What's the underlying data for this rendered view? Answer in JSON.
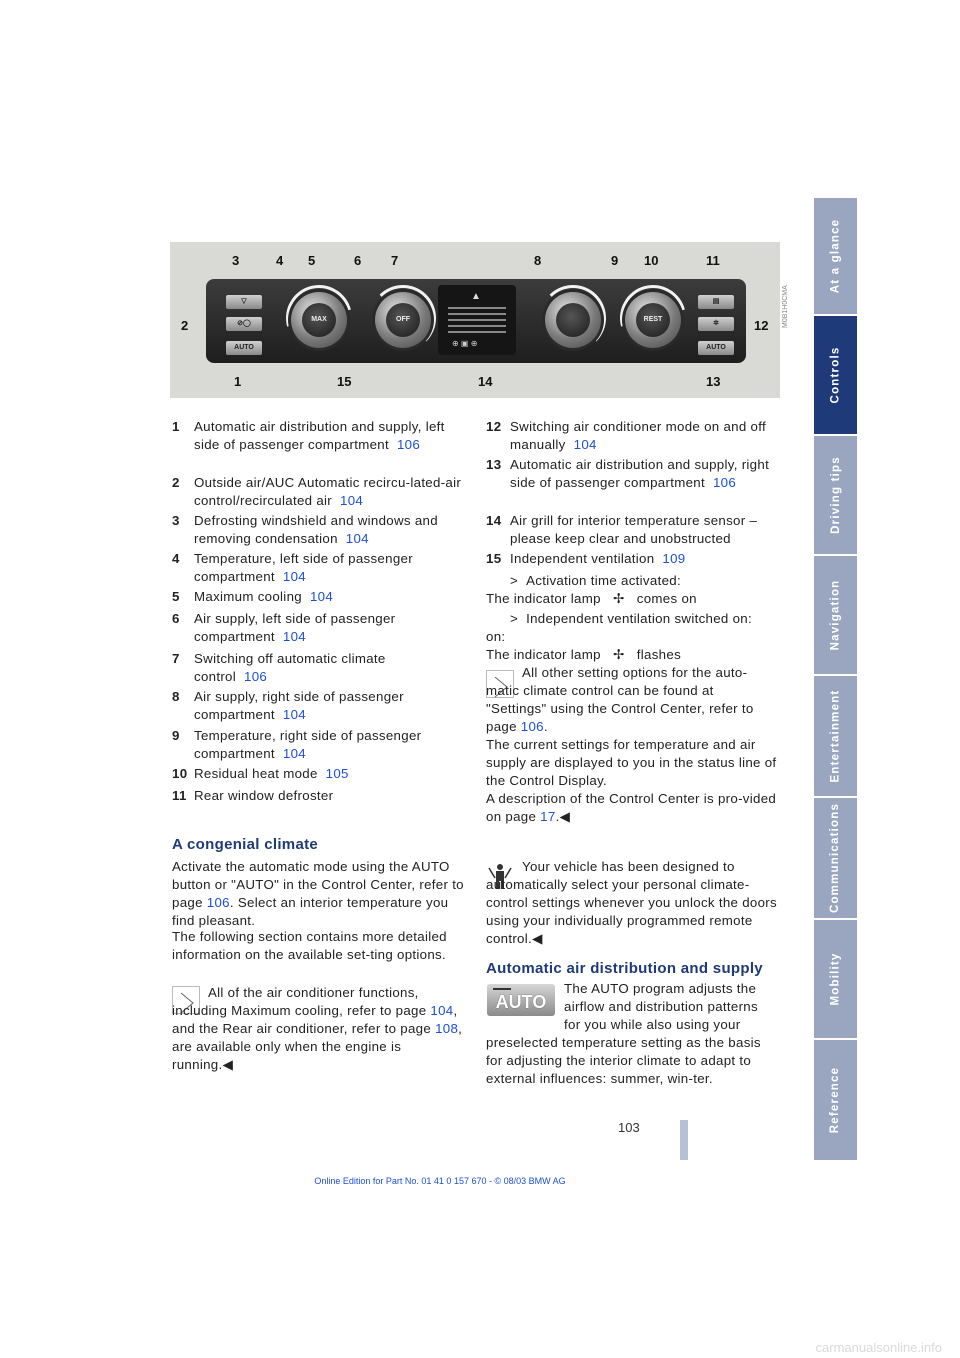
{
  "sidebar": {
    "tabs": [
      {
        "label": "At a glance",
        "active": false
      },
      {
        "label": "Controls",
        "active": true
      },
      {
        "label": "Driving tips",
        "active": false
      },
      {
        "label": "Navigation",
        "active": false
      },
      {
        "label": "Entertainment",
        "active": false
      },
      {
        "label": "Communications",
        "active": false
      },
      {
        "label": "Mobility",
        "active": false
      },
      {
        "label": "Reference",
        "active": false
      }
    ]
  },
  "figure": {
    "callouts": [
      "1",
      "2",
      "3",
      "4",
      "5",
      "6",
      "7",
      "8",
      "9",
      "10",
      "11",
      "12",
      "13",
      "14",
      "15"
    ],
    "buttons": {
      "max": "MAX",
      "off": "OFF",
      "rest": "REST",
      "auto_left": "AUTO",
      "auto_right": "AUTO"
    },
    "code": "M0B1H0CMA"
  },
  "legend_left": [
    {
      "n": "1",
      "text": "Automatic air distribution and supply, left side of passenger compartment",
      "page": "106"
    },
    {
      "n": "2",
      "text": "Outside air/AUC Automatic recircu-lated-air control/recirculated air",
      "page": "104"
    },
    {
      "n": "3",
      "text": "Defrosting windshield and windows and removing condensation",
      "page": "104"
    },
    {
      "n": "4",
      "text": "Temperature, left side of passenger compartment",
      "page": "104"
    },
    {
      "n": "5",
      "text": "Maximum cooling",
      "page": "104"
    },
    {
      "n": "6",
      "text": "Air supply, left side of passenger compartment",
      "page": "104"
    },
    {
      "n": "7",
      "text": "Switching off automatic climate control",
      "page": "106"
    },
    {
      "n": "8",
      "text": "Air supply, right side of passenger compartment",
      "page": "104"
    },
    {
      "n": "9",
      "text": "Temperature, right side of passenger compartment",
      "page": "104"
    },
    {
      "n": "10",
      "text": "Residual heat mode",
      "page": "105"
    },
    {
      "n": "11",
      "text": "Rear window defroster",
      "page": ""
    }
  ],
  "legend_right": [
    {
      "n": "12",
      "text": "Switching air conditioner mode on and off manually",
      "page": "104"
    },
    {
      "n": "13",
      "text": "Automatic air distribution and supply, right side of passenger compartment",
      "page": "106"
    },
    {
      "n": "14",
      "text": "Air grill for interior temperature sensor – please keep clear and unobstructed",
      "page": ""
    },
    {
      "n": "15",
      "text": "Independent ventilation",
      "page": "109"
    }
  ],
  "bullets": [
    {
      "marker": ">",
      "line1": "Activation time activated:",
      "line2a": "The indicator lamp",
      "line2b": "comes on"
    },
    {
      "marker": ">",
      "line1": "Independent ventilation switched on:",
      "line2a": "The indicator lamp",
      "line2b": "flashes"
    }
  ],
  "note1": {
    "text_a": "All other setting options for the auto-matic climate control can be found at \"Settings\" using the Control Center, refer to page",
    "page_a": "106",
    "text_b": "The current settings for temperature and air supply are displayed to you in the status line of the Control Display.",
    "text_c": "A description of the Control Center is pro-vided on page",
    "page_c": "17",
    "end": ".◀"
  },
  "section1": {
    "heading": "A congenial climate",
    "p1_a": "Activate the automatic mode using the AUTO button or \"AUTO\" in the Control Center, refer to page",
    "p1_page": "106",
    "p1_b": ". Select an interior temperature you find pleasant.",
    "p2": "The following section contains more detailed information on the available set-ting options.",
    "note_a": "All of the air conditioner functions, including Maximum cooling, refer to page",
    "note_page1": "104",
    "note_b": ", and the Rear air conditioner, refer to page",
    "note_page2": "108",
    "note_c": ", are available only when the engine is running.◀"
  },
  "note2": {
    "text": "Your vehicle has been designed to automatically select your personal climate-control settings whenever you unlock the doors using your individually programmed remote control.◀"
  },
  "section2": {
    "heading": "Automatic air distribution and supply",
    "auto_label": "AUTO",
    "text": "The AUTO program adjusts the airflow and distribution patterns for you while also using your preselected temperature setting as the basis for adjusting the interior climate to adapt to external influences: summer, win-ter."
  },
  "page_number": "103",
  "footer": "Online Edition for Part No. 01 41 0 157 670 - © 08/03 BMW AG",
  "watermark": "carmanualsonline.info"
}
